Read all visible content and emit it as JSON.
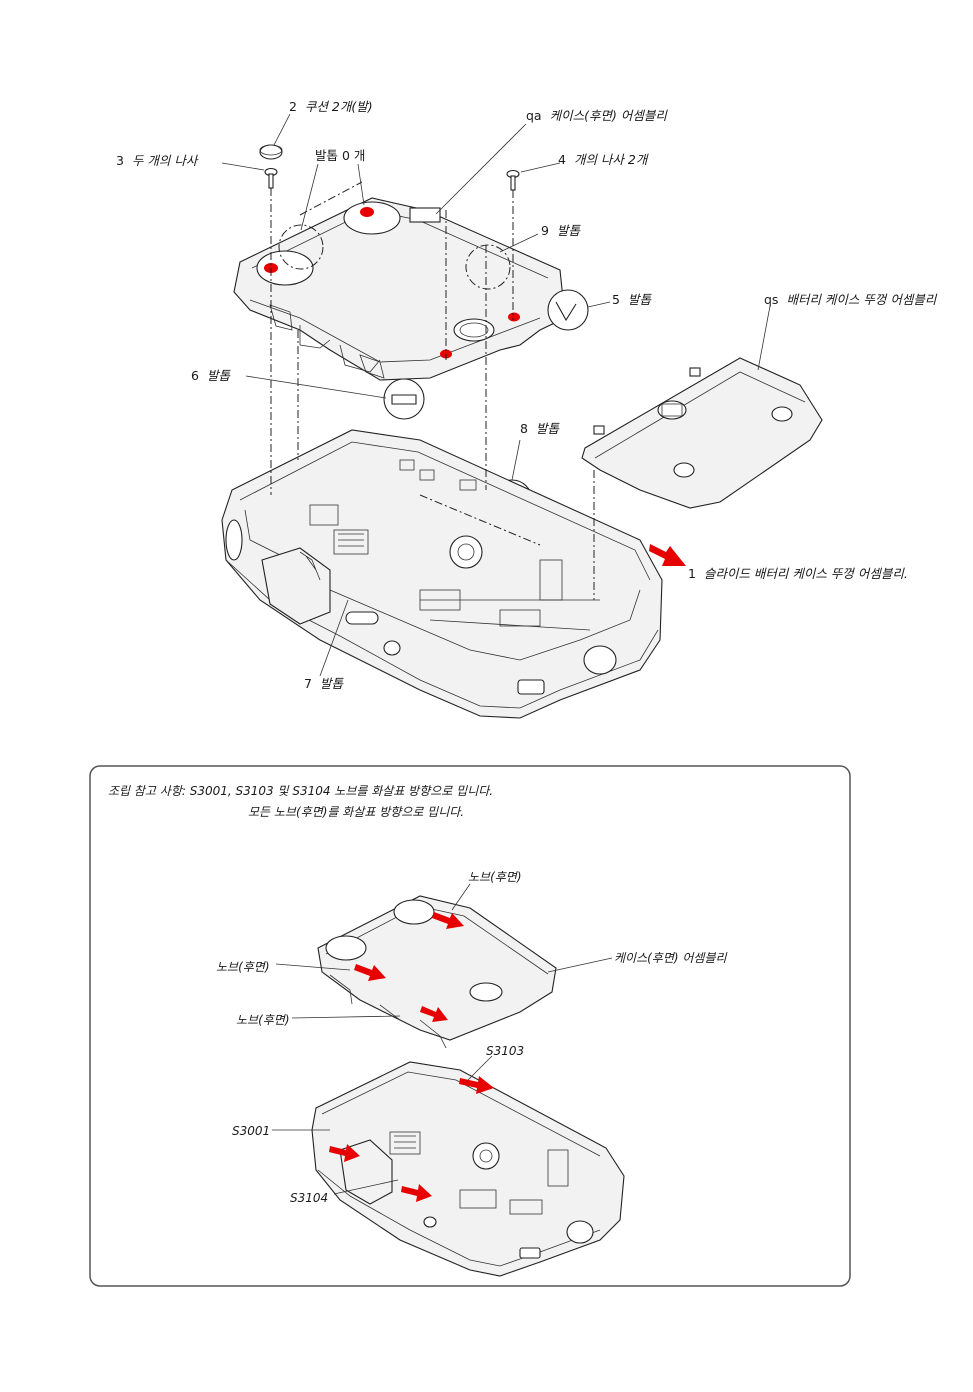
{
  "labels": {
    "cushion": {
      "num": "2",
      "text": "쿠션 2개(발)"
    },
    "two_screws": {
      "num": "3",
      "text": "두 개의 나사"
    },
    "claw_zero": {
      "num": "",
      "text": "발톱 0 개"
    },
    "case_rear": {
      "num": "qa",
      "text": "케이스(후면) 어셈블리"
    },
    "screws_two": {
      "num": "4",
      "text": "개의 나사 2개"
    },
    "claw9": {
      "num": "9",
      "text": "발톱"
    },
    "claw5": {
      "num": "5",
      "text": "발톱"
    },
    "battery_lid": {
      "num": "qs",
      "text": "배터리 케이스 뚜껑 어셈블리"
    },
    "claw6": {
      "num": "6",
      "text": "발톱"
    },
    "claw8": {
      "num": "8",
      "text": "발톱"
    },
    "slide_lid": {
      "num": "1",
      "text": "슬라이드 배터리 케이스 뚜껑 어셈블리."
    },
    "claw7": {
      "num": "7",
      "text": "발톱"
    }
  },
  "notes": {
    "line1": "조립 참고 사항: S3001, S3103 및 S3104 노브를 화살표 방향으로 밉니다.",
    "line2": "모든 노브(후면)를 화살표 방향으로 밉니다."
  },
  "inset": {
    "knob_top": "노브(후면)",
    "knob_left": "노브(후면)",
    "knob_mid": "노브(후면)",
    "case_rear": "케이스(후면) 어셈블리",
    "s3103": "S3103",
    "s3001": "S3001",
    "s3104": "S3104"
  },
  "colors": {
    "accent": "#e60000",
    "line": "#222222"
  }
}
